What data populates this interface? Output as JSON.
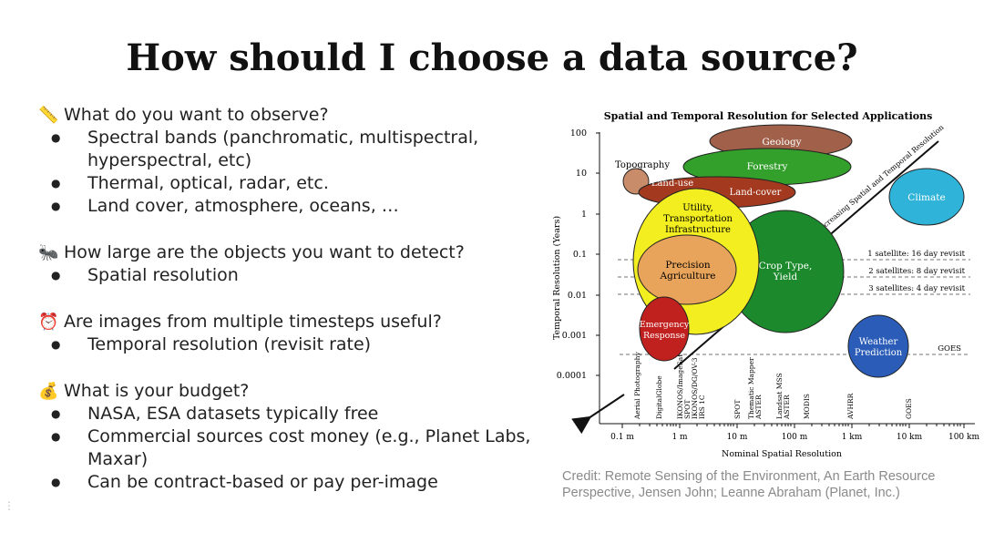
{
  "slide": {
    "title": "How should I choose a data source?"
  },
  "sections": [
    {
      "icon": "ruler",
      "emoji": "📏",
      "question": "What do you want to observe?",
      "bullets": [
        "Spectral bands (panchromatic, multispectral, hyperspectral, etc)",
        "Thermal, optical, radar, etc.",
        "Land cover, atmosphere, oceans, …"
      ]
    },
    {
      "icon": "ant",
      "emoji": "🐜",
      "question": "How large are the objects you want to detect?",
      "bullets": [
        "Spatial resolution"
      ]
    },
    {
      "icon": "alarm-clock",
      "emoji": "⏰",
      "question": "Are images from multiple timesteps useful?",
      "bullets": [
        "Temporal resolution (revisit rate)"
      ]
    },
    {
      "icon": "money-bag",
      "emoji": "💰",
      "question": "What is your budget?",
      "bullets": [
        "NASA, ESA datasets typically free",
        "Commercial sources cost money (e.g., Planet Labs, Maxar)",
        "Can be contract-based or pay per-image"
      ]
    }
  ],
  "diagram": {
    "title": "Spatial and Temporal Resolution for Selected Applications",
    "y_axis_label": "Temporal Resolution (Years)",
    "x_axis_label": "Nominal Spatial Resolution",
    "y_ticks": [
      "100",
      "10",
      "1",
      "0.1",
      "0.01",
      "0.001",
      "0.0001"
    ],
    "x_ticks": [
      "0.1 m",
      "1 m",
      "10 m",
      "100 m",
      "1 km",
      "10 km",
      "100 km"
    ],
    "trend_label": "Increasing Spatial and Temporal Resolution",
    "revisit_lines": [
      "1 satellite:  16 day revisit",
      "2 satellites:  8 day revisit",
      "3 satellites:  4 day revisit",
      "GOES"
    ],
    "applications": {
      "geology": "Geology",
      "forestry": "Forestry",
      "topography": "Topography",
      "land_use": "Land-use",
      "land_cover": "Land-cover",
      "climate": "Climate",
      "utility_1": "Utility,",
      "utility_2": "Transportation",
      "utility_3": "Infrastructure",
      "precision_1": "Precision",
      "precision_2": "Agriculture",
      "crop_1": "Crop Type,",
      "crop_2": "Yield",
      "emergency_1": "Emergency",
      "emergency_2": "Response",
      "weather_1": "Weather",
      "weather_2": "Prediction"
    },
    "sensors": [
      "Aerial Photography",
      "DigitalGlobe",
      "IKONOS/ImageSat",
      "SPOT",
      "IKONOS/DG/OV-3",
      "IRS 1C",
      "SPOT",
      "Thematic Mapper",
      "ASTER",
      "Landsat MSS",
      "ASTER",
      "MODIS",
      "AVHRR",
      "GOES"
    ],
    "colors": {
      "geology": "#a0604a",
      "forestry": "#33a02c",
      "topography": "#c98c6a",
      "land": "#a33a1f",
      "climate": "#2fb3d8",
      "utility": "#f2ee20",
      "precision": "#e8a45a",
      "crop": "#1c8a2c",
      "emergency": "#c0201e",
      "weather": "#2a5cb8"
    }
  },
  "credit": "Credit: Remote Sensing of the Environment, An Earth Resource Perspective, Jensen John; Leanne Abraham (Planet, Inc.)"
}
